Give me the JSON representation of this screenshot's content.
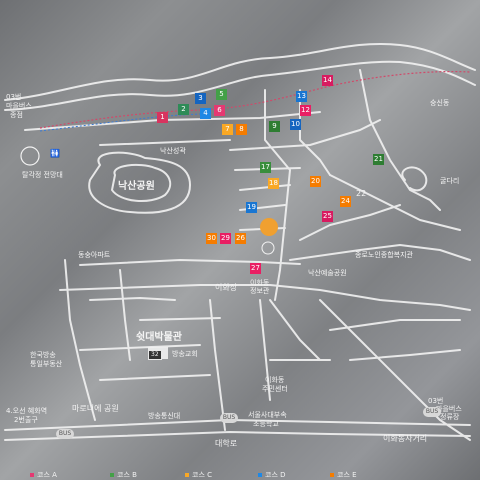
{
  "map": {
    "labels": {
      "naksan_park": "낙산공원",
      "ihwajang": "이화장",
      "museum": "쉿대박물관",
      "museum_num": "32",
      "marronnier": "마로니에 공원",
      "daehakro": "대학로",
      "ihwa_intersection": "이화동사거리",
      "sinseol": "숭신동",
      "bus_stop_left_a": "03번",
      "bus_stop_left_b": "마을버스",
      "bus_stop_left_c": "종점",
      "bus_stop_right_a": "03번",
      "bus_stop_right_b": "마을버스",
      "bus_stop_right_c": "정류장",
      "lookout": "탈각정 전망대",
      "naksan_sung": "낙산성곽",
      "dongsung_gil": "동숭아파트",
      "guardo": "굴다리",
      "hanguk_center": "한국방송",
      "hanguk_center2": "통일부동산",
      "station": "4.오선 혜화역",
      "station2": "2번출구",
      "banggong": "방송통신대",
      "school": "서울사대부속",
      "school2": "초등학교",
      "church": "이화동",
      "church2": "주민센터",
      "jongno": "종로노인종합복지관",
      "naksan_art": "낙산예술공원",
      "ihwa_art": "이화동",
      "ihwa_art2": "정보관",
      "daehak_nature": "방송교회",
      "zone22": "22"
    },
    "bus_label": "BUS",
    "markers": [
      {
        "n": "1",
        "c": "#d8345f"
      },
      {
        "n": "2",
        "c": "#2e8b57"
      },
      {
        "n": "3",
        "c": "#1565c0"
      },
      {
        "n": "4",
        "c": "#1e88e5"
      },
      {
        "n": "5",
        "c": "#43a047"
      },
      {
        "n": "6",
        "c": "#e53972"
      },
      {
        "n": "7",
        "c": "#f9a825"
      },
      {
        "n": "8",
        "c": "#f57c00"
      },
      {
        "n": "9",
        "c": "#2e7d32"
      },
      {
        "n": "10",
        "c": "#1565c0"
      },
      {
        "n": "12",
        "c": "#e91e63"
      },
      {
        "n": "13",
        "c": "#1976d2"
      },
      {
        "n": "14",
        "c": "#d81b60"
      },
      {
        "n": "17",
        "c": "#388e3c"
      },
      {
        "n": "18",
        "c": "#f9a825"
      },
      {
        "n": "19",
        "c": "#1976d2"
      },
      {
        "n": "20",
        "c": "#f57c00"
      },
      {
        "n": "21",
        "c": "#2e7d32"
      },
      {
        "n": "24",
        "c": "#f57c00"
      },
      {
        "n": "25",
        "c": "#d81b60"
      },
      {
        "n": "26",
        "c": "#f57c00"
      },
      {
        "n": "27",
        "c": "#e91e63"
      },
      {
        "n": "29",
        "c": "#e91e63"
      },
      {
        "n": "30",
        "c": "#f57c00"
      }
    ],
    "legend": [
      {
        "label": "코스 A",
        "c": "#e53972"
      },
      {
        "label": "코스 B",
        "c": "#43a047"
      },
      {
        "label": "코스 C",
        "c": "#f9a825"
      },
      {
        "label": "코스 D",
        "c": "#1e88e5"
      },
      {
        "label": "코스 E",
        "c": "#f57c00"
      }
    ]
  }
}
